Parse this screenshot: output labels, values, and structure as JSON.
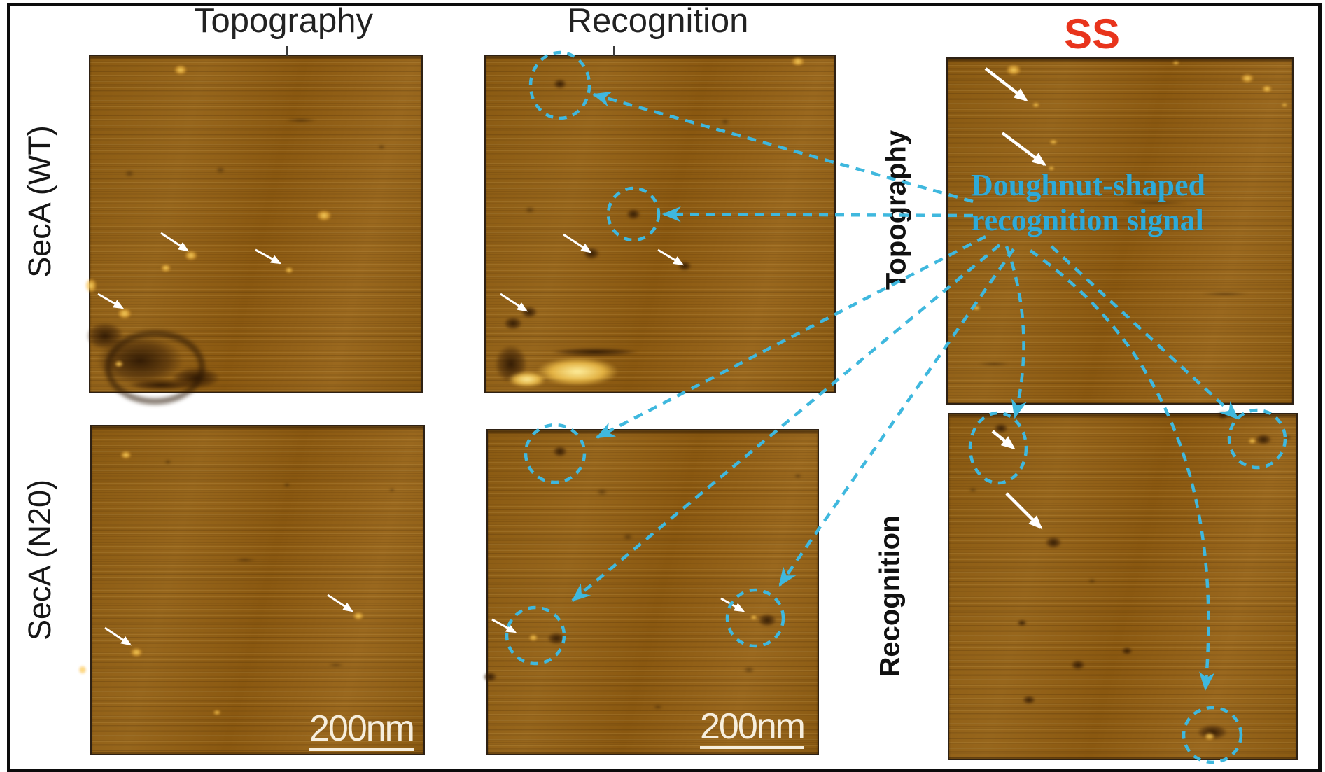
{
  "figure": {
    "column_headers": {
      "col1": "Topography",
      "col2": "Recognition",
      "col3": "SS"
    },
    "row_labels": {
      "top": "SecA (WT)",
      "bottom": "SecA (N20)"
    },
    "right_panel_labels": {
      "top": "Topography",
      "bottom": "Recognition"
    },
    "annotation": {
      "line1": "Doughnut-shaped",
      "line2": "recognition signal"
    },
    "scale_bars": {
      "bottom_left_panel": "200nm",
      "bottom_middle_panel": "200nm"
    },
    "colors": {
      "accent_cyan": "#3fb8de",
      "annotation_cyan": "#2eaad8",
      "ss_red": "#e8341c",
      "panel_brown": "#8d5c16",
      "bright_feature": "#ffd870",
      "dark_feature": "#3a2206"
    },
    "panels": [
      {
        "id": "wt-topography",
        "row": "SecA (WT)",
        "column": "Topography"
      },
      {
        "id": "wt-recognition",
        "row": "SecA (WT)",
        "column": "Recognition"
      },
      {
        "id": "ss-topography",
        "row": "SS",
        "column": "Topography"
      },
      {
        "id": "n20-topography",
        "row": "SecA (N20)",
        "column": "Topography",
        "scale_bar": "200nm"
      },
      {
        "id": "n20-recognition",
        "row": "SecA (N20)",
        "column": "Recognition",
        "scale_bar": "200nm"
      },
      {
        "id": "ss-recognition",
        "row": "SS",
        "column": "Recognition"
      }
    ]
  }
}
